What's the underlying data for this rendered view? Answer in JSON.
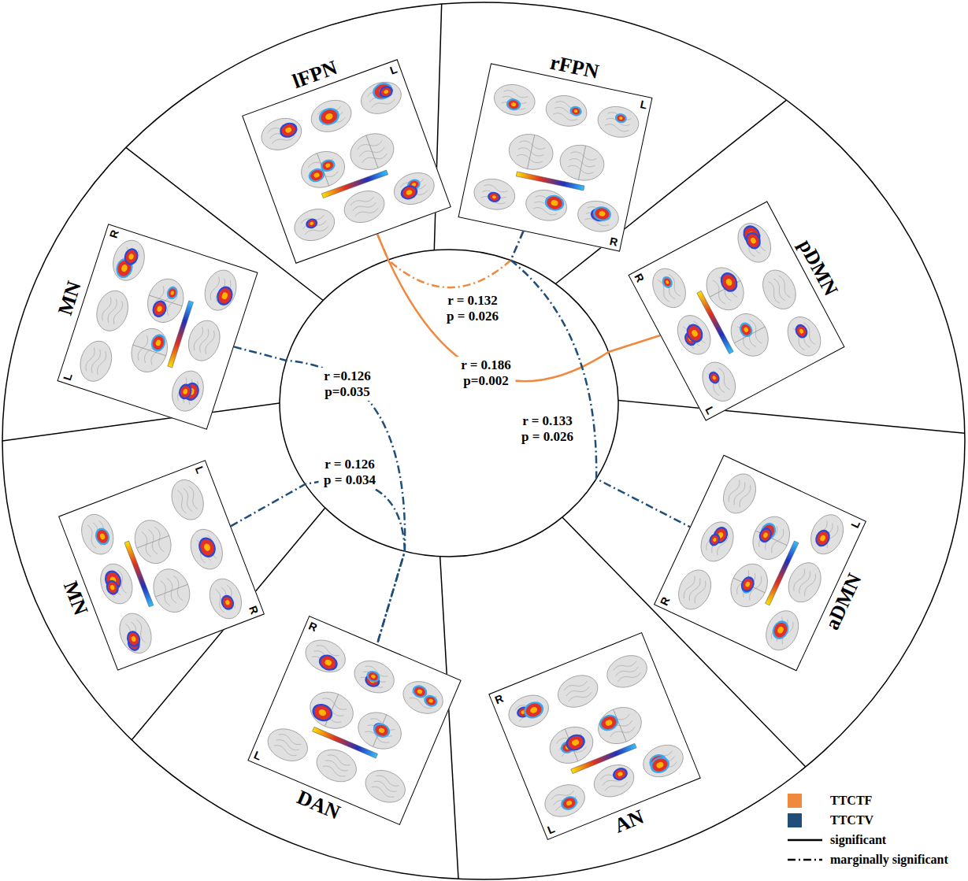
{
  "diagram": {
    "nodes": [
      {
        "text": [
          "lFPN",
          "L"
        ]
      },
      {
        "text": [
          "rFPN",
          "L",
          "R"
        ]
      },
      {
        "text": [
          "pDMN",
          "L",
          "R"
        ]
      },
      {
        "text": [
          "aDMN",
          "R",
          "L"
        ]
      },
      {
        "text": [
          "AN",
          "R",
          "L"
        ]
      },
      {
        "text": [
          "DAN",
          "R",
          "L"
        ]
      },
      {
        "text": [
          "MN",
          "L",
          "R"
        ]
      },
      {
        "text": [
          "MN",
          "L",
          "R"
        ]
      }
    ],
    "edges": [
      {
        "from": 0,
        "to": 1,
        "arrow": "none",
        "label": "r = 0.132 p = 0.026"
      },
      {
        "from": 0,
        "to": 2,
        "arrow": "none",
        "label": "r = 0.186 p=0.002"
      },
      {
        "from": 1,
        "to": 3,
        "arrow": "none",
        "label": "r = 0.133 p = 0.026"
      },
      {
        "from": 7,
        "to": 5,
        "arrow": "none",
        "label": "r =0.126 p=0.035"
      },
      {
        "from": 6,
        "to": 5,
        "arrow": "none",
        "label": "r = 0.126 p = 0.034"
      }
    ],
    "legend": [
      {
        "text": "TTCTF",
        "color": "#f0883e"
      },
      {
        "text": "TTCTV",
        "color": "#1f4e79"
      },
      {
        "text": "significant"
      },
      {
        "text": "marginally significant"
      }
    ]
  }
}
